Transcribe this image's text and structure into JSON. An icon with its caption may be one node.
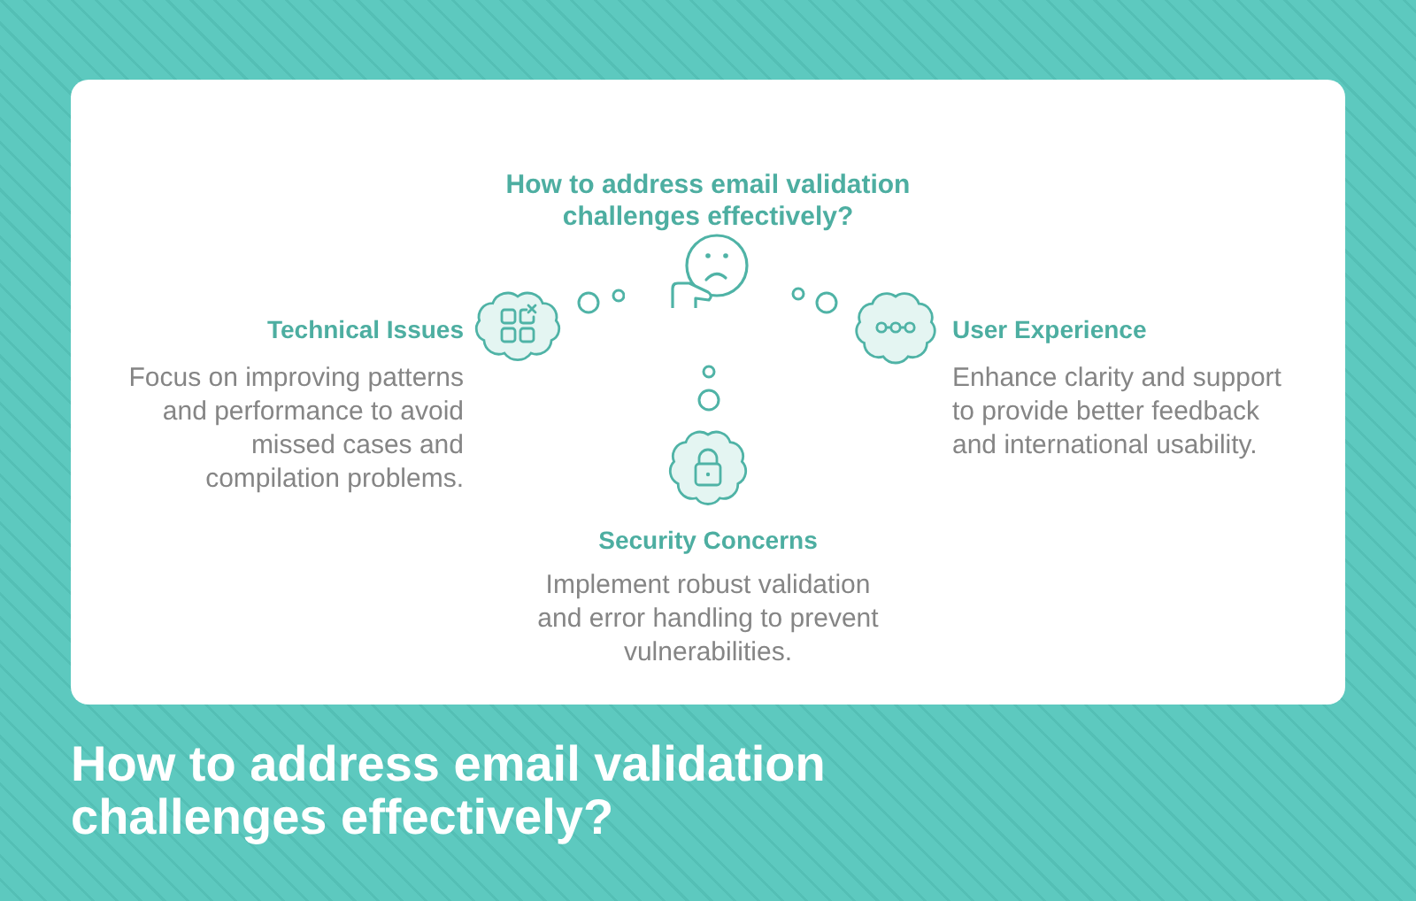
{
  "diagram": {
    "title": "How to address email validation challenges effectively?",
    "caption": "How to address email validation challenges effectively?",
    "nodes": [
      {
        "text": [
          "Technical Issues",
          "Focus on improving patterns and performance to avoid missed cases and compilation problems."
        ]
      },
      {
        "text": [
          "User Experience",
          "Enhance clarity and support to provide better feedback and international usability."
        ]
      },
      {
        "text": [
          "Security Concerns",
          "Implement robust validation and error handling to prevent vulnerabilities."
        ]
      }
    ]
  }
}
